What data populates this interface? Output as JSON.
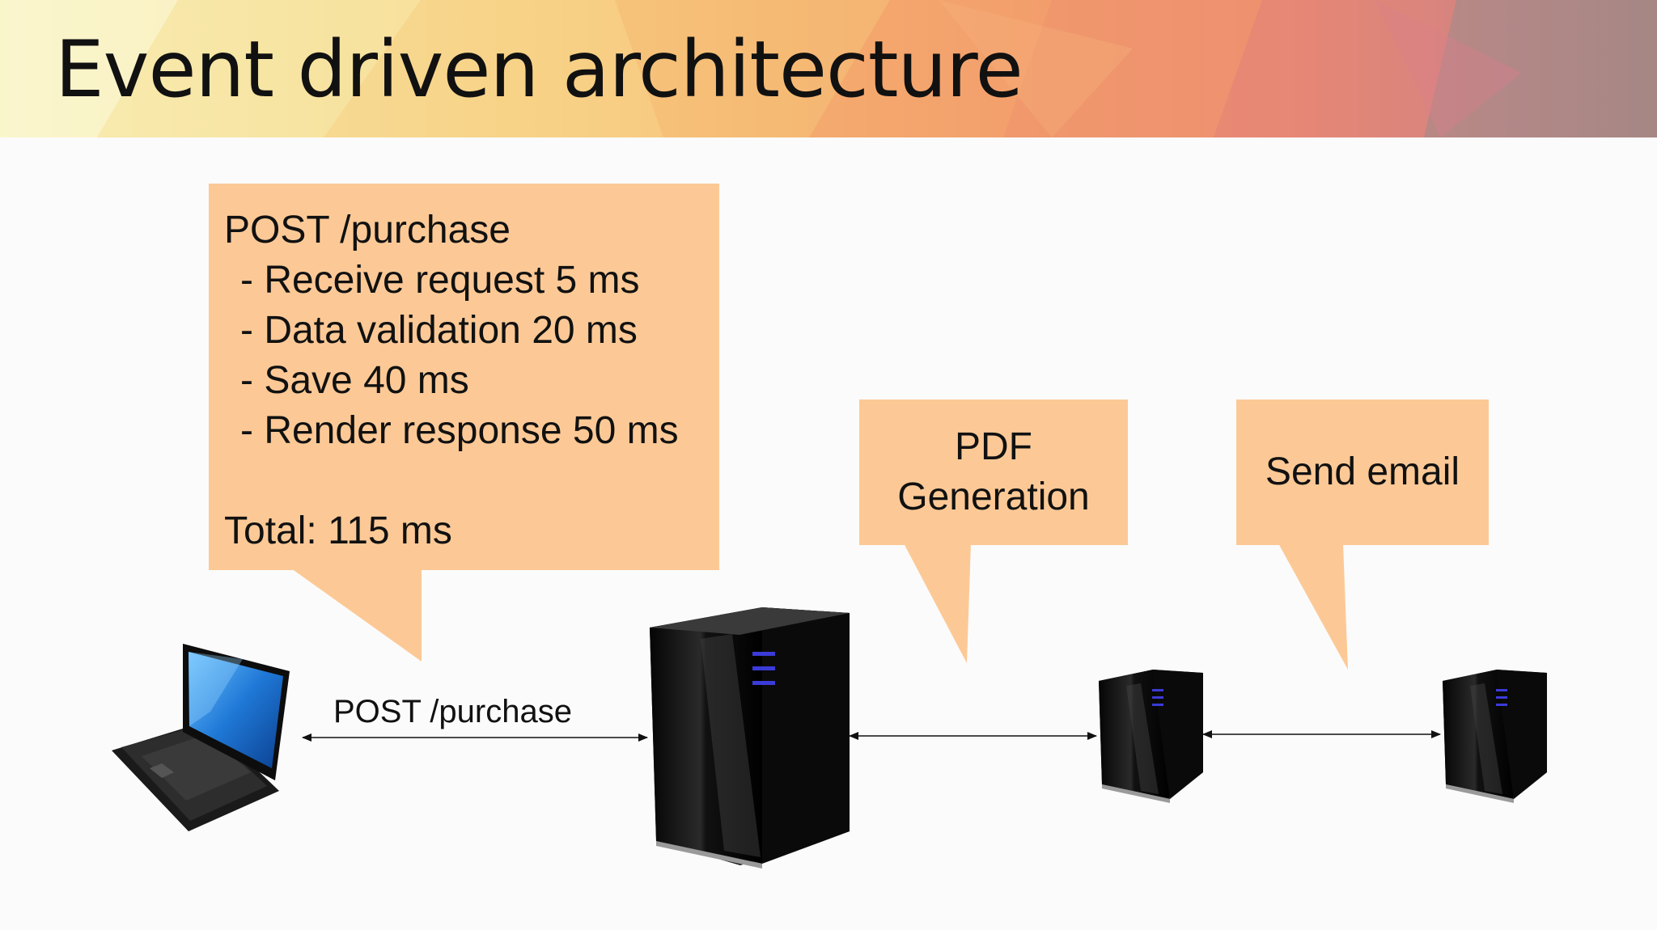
{
  "title": "Event driven architecture",
  "main_bubble": {
    "heading": "POST /purchase",
    "steps": [
      "- Receive request 5 ms",
      "- Data validation 20 ms",
      "- Save 40 ms",
      "- Render response 50 ms"
    ],
    "total": "Total: 115 ms"
  },
  "pdf_bubble": {
    "line1": "PDF",
    "line2": "Generation"
  },
  "email_bubble": {
    "text": "Send email"
  },
  "client_edge_label": "POST /purchase",
  "colors": {
    "bubble": "#fcc996",
    "server_body": "#111111",
    "server_led": "#3b3bd8",
    "laptop_screen": "#1f78d6"
  },
  "icons": [
    "laptop-icon",
    "server-icon"
  ]
}
